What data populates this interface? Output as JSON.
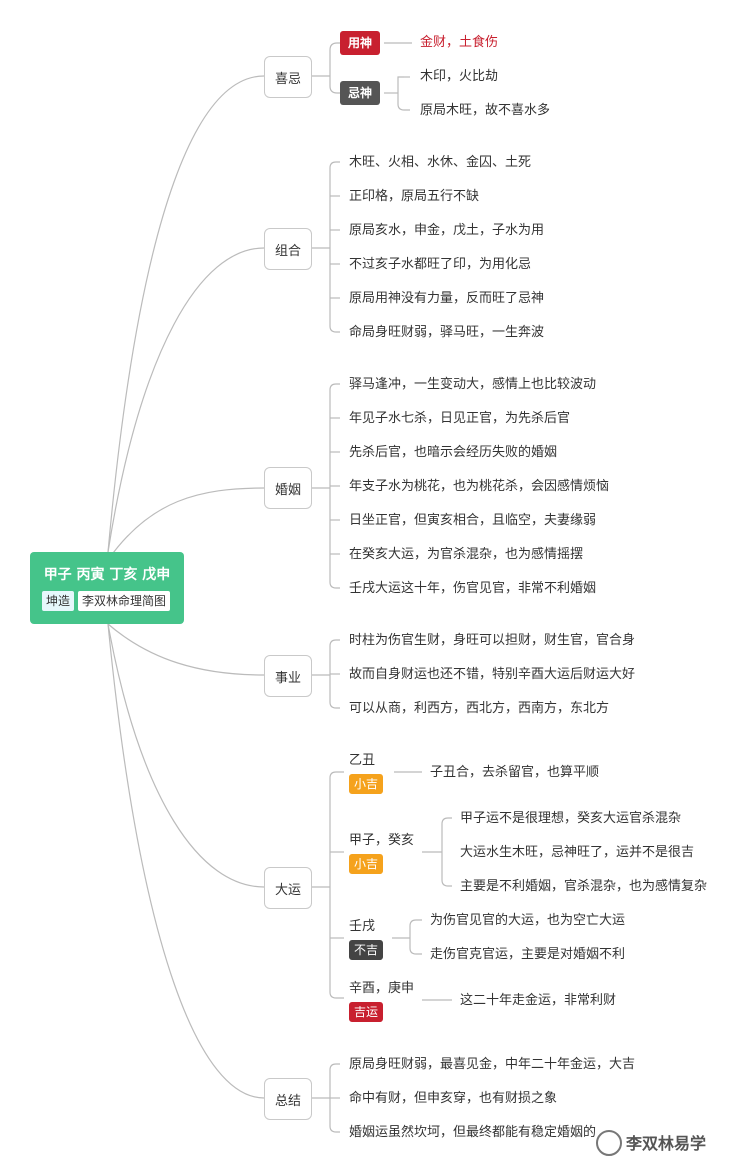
{
  "root": {
    "title": "甲子 丙寅 丁亥 戊申",
    "tag1": "坤造",
    "tag2": "李双林命理简图"
  },
  "branches": {
    "xiji": "喜忌",
    "zuhe": "组合",
    "hunyin": "婚姻",
    "shiye": "事业",
    "dayun": "大运",
    "zongjie": "总结"
  },
  "xiji": {
    "yongshen_tag": "用神",
    "yongshen_text": "金财，土食伤",
    "jishen_tag": "忌神",
    "jishen_items": [
      "木印，火比劫",
      "原局木旺，故不喜水多"
    ]
  },
  "zuhe": {
    "items": [
      "木旺、火相、水休、金囚、土死",
      "正印格，原局五行不缺",
      "原局亥水，申金，戊土，子水为用",
      "不过亥子水都旺了印，为用化忌",
      "原局用神没有力量，反而旺了忌神",
      "命局身旺财弱，驿马旺，一生奔波"
    ]
  },
  "hunyin": {
    "items": [
      "驿马逢冲，一生变动大，感情上也比较波动",
      "年见子水七杀，日见正官，为先杀后官",
      "先杀后官，也暗示会经历失败的婚姻",
      "年支子水为桃花，也为桃花杀，会因感情烦恼",
      "日坐正官，但寅亥相合，且临空，夫妻缘弱",
      "在癸亥大运，为官杀混杂，也为感情摇摆",
      "壬戌大运这十年，伤官见官，非常不利婚姻"
    ]
  },
  "shiye": {
    "items": [
      "时柱为伤官生财，身旺可以担财，财生官，官合身",
      "故而自身财运也还不错，特别辛酉大运后财运大好",
      "可以从商，利西方，西北方，西南方，东北方"
    ]
  },
  "dayun": {
    "periods": [
      {
        "name": "乙丑",
        "tag": "小吉",
        "items": [
          "子丑合，去杀留官，也算平顺"
        ]
      },
      {
        "name": "甲子，癸亥",
        "tag": "小吉",
        "items": [
          "甲子运不是很理想，癸亥大运官杀混杂",
          "大运水生木旺，忌神旺了，运并不是很吉",
          "主要是不利婚姻，官杀混杂，也为感情复杂"
        ]
      },
      {
        "name": "壬戌",
        "tag": "不吉",
        "items": [
          "为伤官见官的大运，也为空亡大运",
          "走伤官克官运，主要是对婚姻不利"
        ]
      },
      {
        "name": "辛酉，庚申",
        "tag": "吉运",
        "items": [
          "这二十年走金运，非常利财"
        ]
      }
    ]
  },
  "zongjie": {
    "items": [
      "原局身旺财弱，最喜见金，中年二十年金运，大吉",
      "命中有财，但申亥穿，也有财损之象",
      "婚姻运虽然坎坷，但最终都能有稳定婚姻的"
    ]
  },
  "watermark": "李双林易学",
  "colors": {
    "root": "#45c48a",
    "yongshen": "#c8202f",
    "jishen": "#555555",
    "xiaoji": "#f5a21c",
    "buji": "#444444",
    "jiyun": "#c8202f",
    "line": "#bbbbbb"
  }
}
